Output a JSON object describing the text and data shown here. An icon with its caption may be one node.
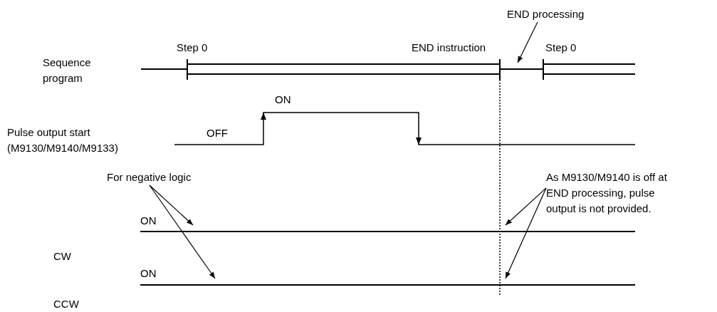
{
  "diagram": {
    "nodes": [
      {
        "text": [
          "END processing"
        ]
      },
      {
        "text": [
          "For negative logic"
        ]
      },
      {
        "text": [
          "As M9130/M9140 is off at END processing, pulse output is not provided."
        ]
      }
    ],
    "edges": [
      {
        "from": 0,
        "to": null,
        "arrow": "to"
      },
      {
        "from": 1,
        "to": null,
        "arrow": "to"
      },
      {
        "from": 1,
        "to": null,
        "arrow": "to"
      },
      {
        "from": 2,
        "to": null,
        "arrow": "to"
      },
      {
        "from": 2,
        "to": null,
        "arrow": "to"
      }
    ],
    "labels": [
      "Step 0",
      "END instruction",
      "Step 0",
      "Sequence program",
      "ON",
      "Pulse output start (M9130/M9140/M9133)",
      "OFF",
      "ON",
      "CW",
      "ON",
      "CCW"
    ]
  }
}
